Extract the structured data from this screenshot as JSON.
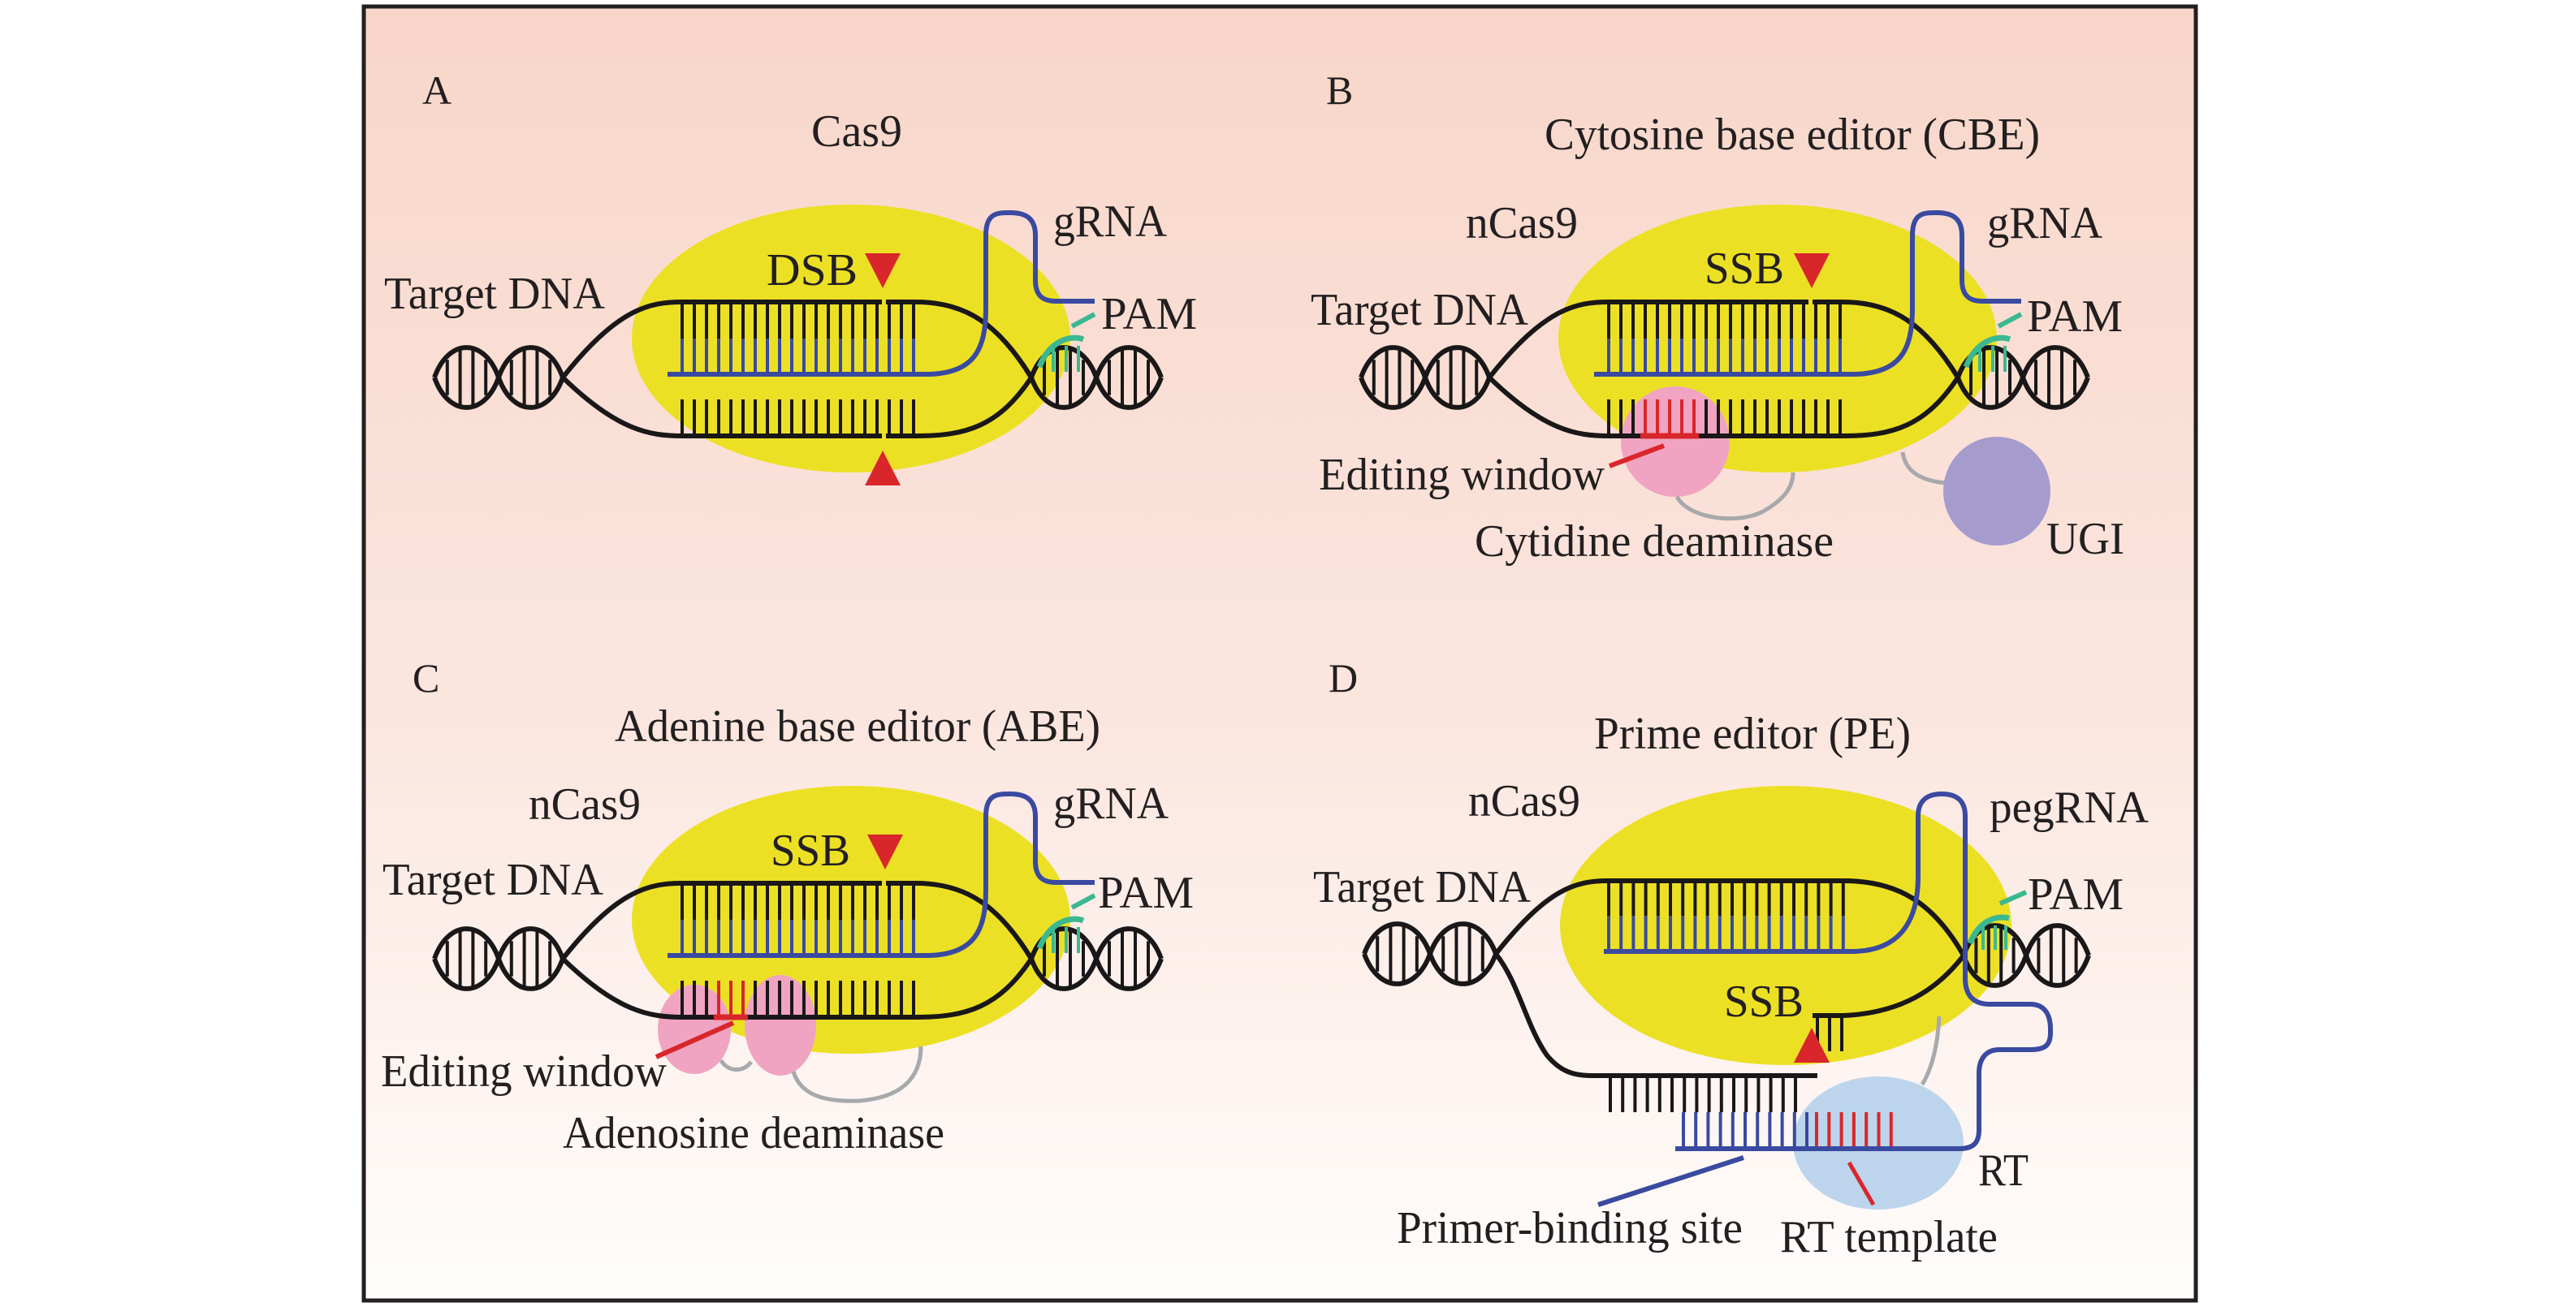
{
  "figure": {
    "title": "Genome editing tools: Cas9, base editors and prime editor",
    "colors": {
      "background_top": "#f8d7cb",
      "background_bottom": "#fffdfc",
      "frame": "#231f20",
      "cas9_body": "#ece025",
      "dna": "#1a1718",
      "rna": "#3a4aa0",
      "pam": "#3cb891",
      "cut_marker": "#d9262b",
      "deaminase": "#f0a4c2",
      "ugi": "#a69bcd",
      "rt": "#bcd5ec",
      "linker": "#a7a9ac"
    }
  },
  "panels": [
    {
      "id": "A",
      "letter": "A",
      "title": "Cas9",
      "protein_label": "",
      "target_label": "Target DNA",
      "guide_label": "gRNA",
      "pam_label": "PAM",
      "cut_label": "DSB",
      "cut_type": "double-strand break"
    },
    {
      "id": "B",
      "letter": "B",
      "title": "Cytosine base editor (CBE)",
      "protein_label": "nCas9",
      "target_label": "Target DNA",
      "guide_label": "gRNA",
      "pam_label": "PAM",
      "cut_label": "SSB",
      "cut_type": "single-strand break",
      "editing_window_label": "Editing window",
      "deaminase_label": "Cytidine deaminase",
      "ugi_label": "UGI"
    },
    {
      "id": "C",
      "letter": "C",
      "title": "Adenine base editor (ABE)",
      "protein_label": "nCas9",
      "target_label": "Target DNA",
      "guide_label": "gRNA",
      "pam_label": "PAM",
      "cut_label": "SSB",
      "cut_type": "single-strand break",
      "editing_window_label": "Editing window",
      "deaminase_label": "Adenosine deaminase"
    },
    {
      "id": "D",
      "letter": "D",
      "title": "Prime editor (PE)",
      "protein_label": "nCas9",
      "target_label": "Target DNA",
      "guide_label": "pegRNA",
      "pam_label": "PAM",
      "cut_label": "SSB",
      "cut_type": "single-strand break",
      "rt_label": "RT",
      "pbs_label": "Primer-binding site",
      "rt_template_label": "RT template"
    }
  ]
}
